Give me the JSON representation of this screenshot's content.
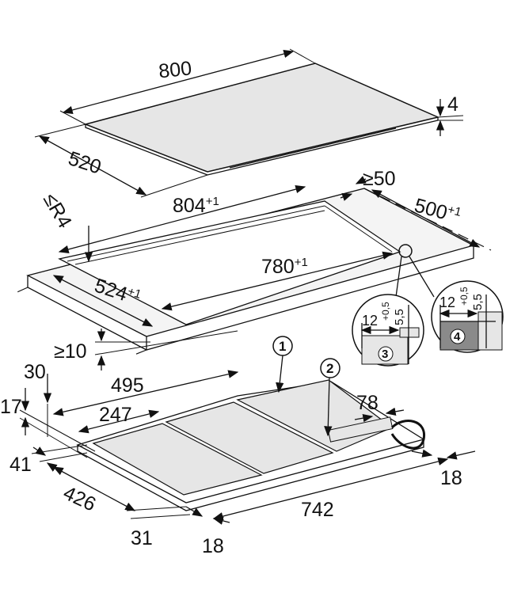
{
  "title": "Built-in dimensions of induction cooktop",
  "cooktop": {
    "width": "800",
    "thickness": "4",
    "depth": "520"
  },
  "cutout": {
    "worktop_width": "804",
    "worktop_width_tol": "+1",
    "min_rear_distance": "≥50",
    "worktop_depth": "500",
    "worktop_depth_tol": "+1",
    "corner_radius": "≤R4",
    "inner_width": "780",
    "inner_width_tol": "+1",
    "inner_depth": "524",
    "inner_depth_tol": "+1",
    "min_front_distance": "≥10"
  },
  "details": [
    {
      "number": "3",
      "width": "12",
      "depth": "5,5",
      "depth_tol": "+0,5"
    },
    {
      "number": "4",
      "width": "12",
      "depth": "5,5",
      "depth_tol": "+0,5"
    }
  ],
  "callouts": [
    "1",
    "2"
  ],
  "underside": {
    "height_30": "30",
    "height_17": "17",
    "width_495": "495",
    "width_247": "247",
    "offset_78": "78",
    "offset_41": "41",
    "depth_426": "426",
    "offset_31": "31",
    "offset_18_front": "18",
    "width_742": "742",
    "offset_18_right": "18"
  }
}
